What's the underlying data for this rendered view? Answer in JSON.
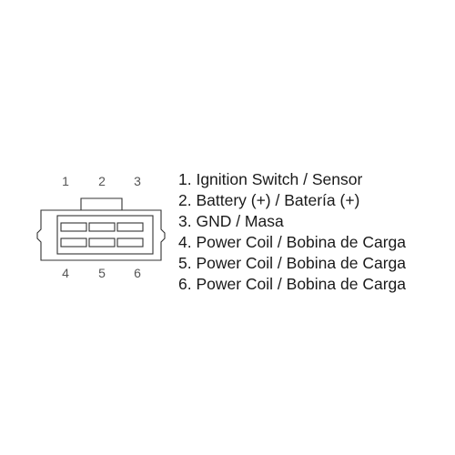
{
  "connector": {
    "top_pins": [
      "1",
      "2",
      "3"
    ],
    "bottom_pins": [
      "4",
      "5",
      "6"
    ]
  },
  "legend": [
    "1. Ignition Switch / Sensor",
    "2. Battery (+) / Batería (+)",
    "3. GND / Masa",
    "4. Power Coil / Bobina de Carga",
    "5. Power Coil / Bobina de Carga",
    "6. Power Coil / Bobina de Carga"
  ],
  "colors": {
    "line": "#333333",
    "text": "#1a1a1a",
    "pin_number": "#555555"
  }
}
